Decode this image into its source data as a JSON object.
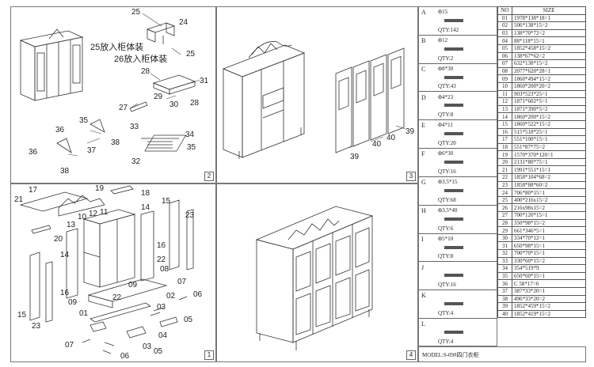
{
  "panels": {
    "p1": {
      "index": "1"
    },
    "p2": {
      "index": "2"
    },
    "p3": {
      "index": "3"
    },
    "p4": {
      "index": "4"
    }
  },
  "notes": {
    "note_25": "25放入柜体装",
    "note_26": "26放入柜体装"
  },
  "part_labels": {
    "p2": [
      "25",
      "24",
      "25",
      "28",
      "31",
      "29",
      "27",
      "30",
      "28",
      "36",
      "35",
      "33",
      "34",
      "38",
      "37",
      "36",
      "38",
      "32",
      "35"
    ],
    "p3": [
      "39",
      "40",
      "39",
      "40"
    ],
    "p1": [
      "17",
      "19",
      "18",
      "21",
      "20",
      "15",
      "23",
      "13",
      "10",
      "12",
      "11",
      "14",
      "14",
      "16",
      "22",
      "16",
      "09",
      "22",
      "08",
      "09",
      "07",
      "06",
      "15",
      "01",
      "02",
      "03",
      "05",
      "23",
      "04",
      "07",
      "03",
      "06",
      "05"
    ]
  },
  "hardware": [
    {
      "letter": "A",
      "size": "Φ15",
      "qty": "QTY:142"
    },
    {
      "letter": "B",
      "size": "Φ12",
      "qty": "QTY:2"
    },
    {
      "letter": "C",
      "size": "Φ8*30",
      "qty": "QTY:43"
    },
    {
      "letter": "D",
      "size": "Φ4*23",
      "qty": "QTY:8"
    },
    {
      "letter": "E",
      "size": "Φ4*11",
      "qty": "QTY:20"
    },
    {
      "letter": "F",
      "size": "Φ6*30",
      "qty": "QTY:16"
    },
    {
      "letter": "G",
      "size": "Φ3.5*15",
      "qty": "QTY:68"
    },
    {
      "letter": "H",
      "size": "Φ3.5*40",
      "qty": "QTY:6"
    },
    {
      "letter": "I",
      "size": "Φ5*10",
      "qty": "QTY:8"
    },
    {
      "letter": "J",
      "size": "",
      "qty": "QTY:16"
    },
    {
      "letter": "K",
      "size": "",
      "qty": "QTY:4"
    },
    {
      "letter": "L",
      "size": "",
      "qty": "QTY:4"
    }
  ],
  "spec_table": {
    "header": {
      "no": "NO",
      "size": "SIZE"
    },
    "rows": [
      {
        "no": "01",
        "size": "1978*138*18=1"
      },
      {
        "no": "02",
        "size": "506*138*15=2"
      },
      {
        "no": "03",
        "size": "138*70*72=2"
      },
      {
        "no": "04",
        "size": "88*118*15=1"
      },
      {
        "no": "05",
        "size": "1852*458*15=2"
      },
      {
        "no": "06",
        "size": "138*67*62=2"
      },
      {
        "no": "07",
        "size": "632*138*15=2"
      },
      {
        "no": "08",
        "size": "2077*620*28=1"
      },
      {
        "no": "09",
        "size": "1860*494*15=2"
      },
      {
        "no": "10",
        "size": "1860*200*20=2"
      },
      {
        "no": "11",
        "size": "903*523*25=1"
      },
      {
        "no": "12",
        "size": "1871*602*5=1"
      },
      {
        "no": "13",
        "size": "1871*390*5=2"
      },
      {
        "no": "14",
        "size": "1860*200*15=2"
      },
      {
        "no": "15",
        "size": "1860*522*15=2"
      },
      {
        "no": "16",
        "size": "515*518*25=1"
      },
      {
        "no": "17",
        "size": "551*100*15=1"
      },
      {
        "no": "18",
        "size": "551*87*75=2"
      },
      {
        "no": "19",
        "size": "1570*370*120=1"
      },
      {
        "no": "20",
        "size": "2131*80*75=1"
      },
      {
        "no": "21",
        "size": "1991*551*15=1"
      },
      {
        "no": "22",
        "size": "1858*104*68=2"
      },
      {
        "no": "23",
        "size": "1858*88*60=2"
      },
      {
        "no": "24",
        "size": "706*80*15=1"
      },
      {
        "no": "25",
        "size": "400*216x15=2"
      },
      {
        "no": "26",
        "size": "216x98x15=2"
      },
      {
        "no": "27",
        "size": "700*120*15=1"
      },
      {
        "no": "28",
        "size": "350*98*15=2"
      },
      {
        "no": "29",
        "size": "661*346*5=1"
      },
      {
        "no": "30",
        "size": "334*70*12=1"
      },
      {
        "no": "31",
        "size": "650*98*15=1"
      },
      {
        "no": "32",
        "size": "700*70*15=1"
      },
      {
        "no": "33",
        "size": "330*60*15=2"
      },
      {
        "no": "34",
        "size": "354*519*9"
      },
      {
        "no": "35",
        "size": "650*60*15=1"
      },
      {
        "no": "36",
        "size": "C 58*17=6"
      },
      {
        "no": "37",
        "size": "387*33*20=1"
      },
      {
        "no": "38",
        "size": "496*33*20=2"
      },
      {
        "no": "39",
        "size": "1852*459*15=2"
      },
      {
        "no": "40",
        "size": "1852*419*15=2"
      }
    ]
  },
  "model": "MODEL:S-09#四门衣柜"
}
